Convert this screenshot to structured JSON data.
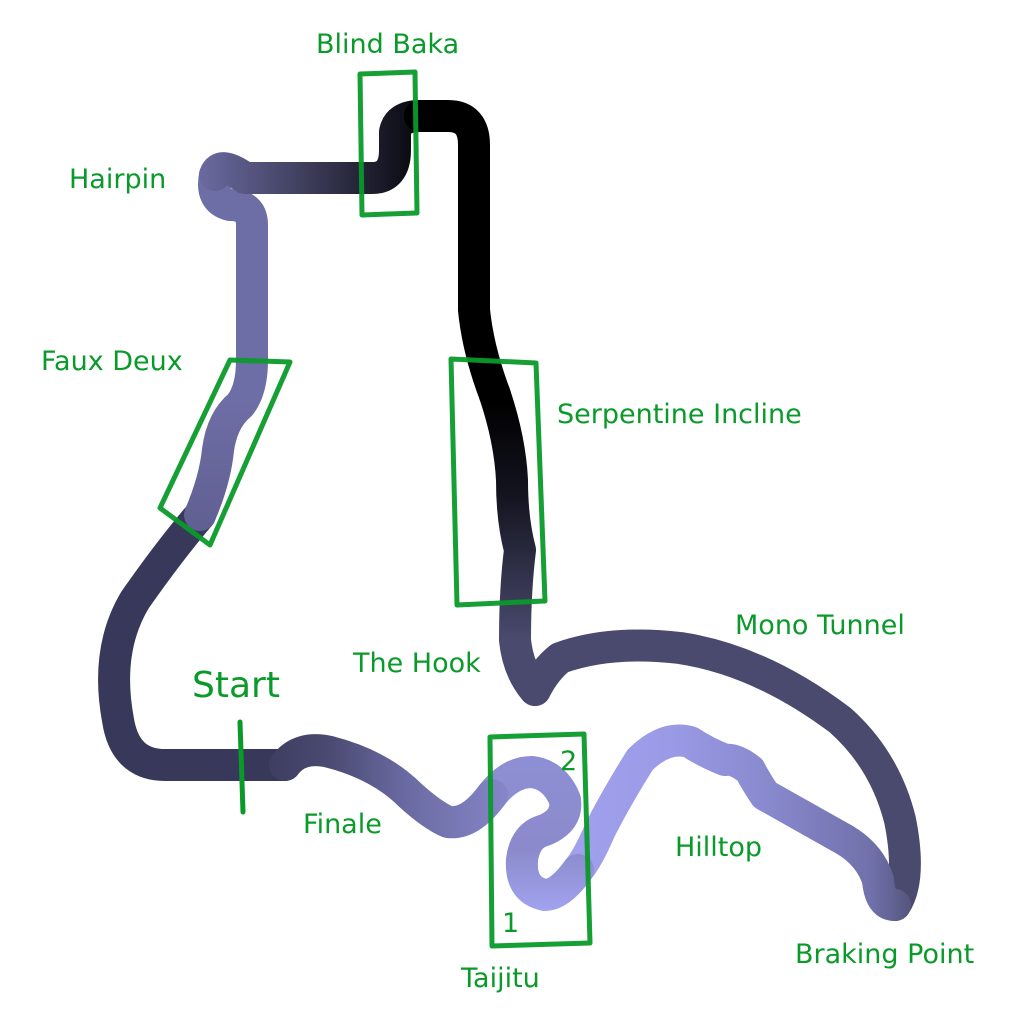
{
  "map": {
    "type": "race-track-layout",
    "start_label": "Start",
    "sections": [
      {
        "id": "hairpin",
        "name": "Hairpin"
      },
      {
        "id": "blind-baka",
        "name": "Blind Baka"
      },
      {
        "id": "serpentine-incline",
        "name": "Serpentine Incline"
      },
      {
        "id": "the-hook",
        "name": "The Hook"
      },
      {
        "id": "mono-tunnel",
        "name": "Mono Tunnel"
      },
      {
        "id": "braking-point",
        "name": "Braking Point"
      },
      {
        "id": "hilltop",
        "name": "Hilltop"
      },
      {
        "id": "taijitu",
        "name": "Taijitu"
      },
      {
        "id": "finale",
        "name": "Finale"
      },
      {
        "id": "faux-deux",
        "name": "Faux Deux"
      }
    ],
    "taijitu_markers": [
      "1",
      "2"
    ],
    "colors": {
      "annotation": "#0a9a2a",
      "track_dark": "#000000",
      "track_mid": "#3a3a58",
      "track_slate": "#4a4a6e",
      "track_purple": "#6f6fa6",
      "track_light": "#a2a2ee"
    }
  }
}
